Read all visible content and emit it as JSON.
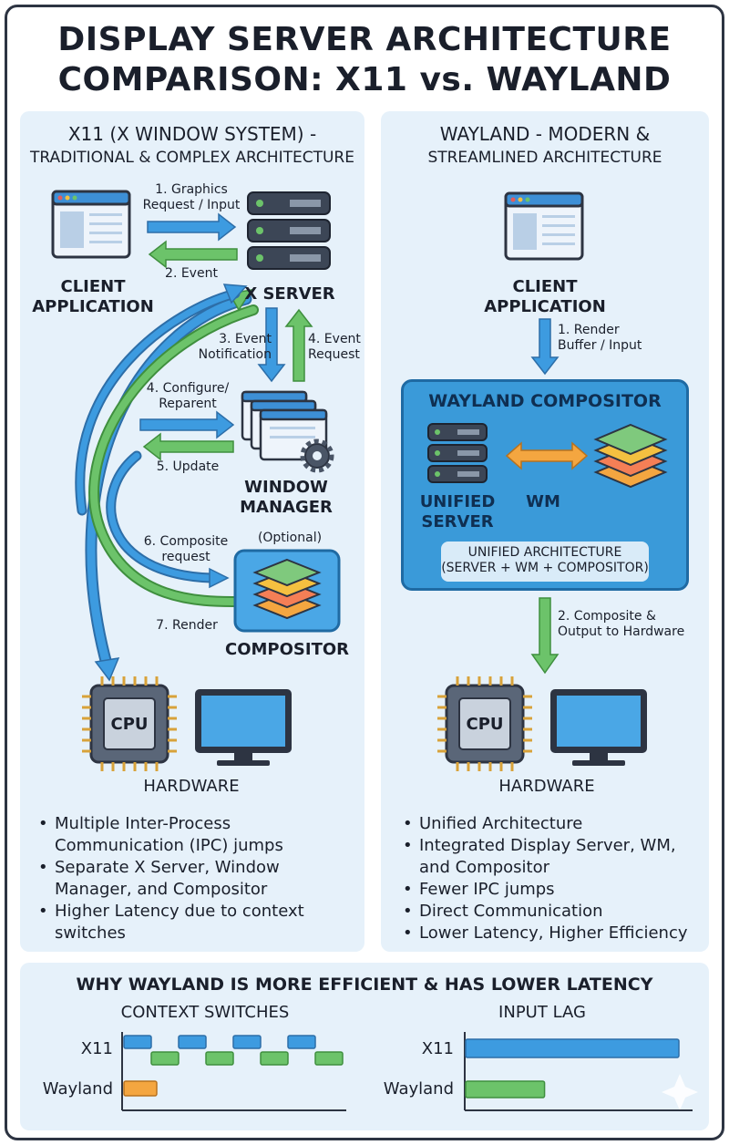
{
  "title_line1": "DISPLAY SERVER ARCHITECTURE",
  "title_line2": "COMPARISON: X11 vs. WAYLAND",
  "x11": {
    "heading_line1": "X11 (X WINDOW SYSTEM) -",
    "heading_line2": "TRADITIONAL & COMPLEX ARCHITECTURE",
    "client_line1": "CLIENT",
    "client_line2": "APPLICATION",
    "xserver": "X SERVER",
    "step1_line1": "1. Graphics",
    "step1_line2": "Request / Input",
    "step2": "2. Event",
    "step3_line1": "3. Event",
    "step3_line2": "Notification",
    "step4a_line1": "4. Event",
    "step4a_line2": "Request",
    "step4b_line1": "4. Configure/",
    "step4b_line2": "Reparent",
    "step5": "5. Update",
    "wm_line1": "WINDOW",
    "wm_line2": "MANAGER",
    "optional": "(Optional)",
    "step6_line1": "6. Composite",
    "step6_line2": "request",
    "step7": "7. Render",
    "compositor": "COMPOSITOR",
    "cpu": "CPU",
    "hardware": "HARDWARE",
    "bullets": [
      "Multiple Inter-Process Communication (IPC) jumps",
      "Separate X Server, Window Manager, and Compositor",
      "Higher Latency due to context switches"
    ]
  },
  "wayland": {
    "heading_line1": "WAYLAND - MODERN &",
    "heading_line2": "STREAMLINED ARCHITECTURE",
    "client_line1": "CLIENT",
    "client_line2": "APPLICATION",
    "step1_line1": "1. Render",
    "step1_line2": "Buffer / Input",
    "compositor_title": "WAYLAND COMPOSITOR",
    "unified_line1": "UNIFIED",
    "unified_line2": "SERVER",
    "wm": "WM",
    "unified_arch_line1": "UNIFIED ARCHITECTURE",
    "unified_arch_line2": "(SERVER + WM + COMPOSITOR)",
    "step2_line1": "2. Composite &",
    "step2_line2": "Output to Hardware",
    "cpu": "CPU",
    "hardware": "HARDWARE",
    "bullets": [
      "Unified Architecture",
      "Integrated Display Server, WM, and Compositor",
      "Fewer IPC jumps",
      "Direct Communication",
      "Lower Latency, Higher Efficiency"
    ]
  },
  "efficiency": {
    "heading": "WHY WAYLAND IS MORE EFFICIENT & HAS LOWER LATENCY",
    "context_title": "CONTEXT SWITCHES",
    "input_lag_title": "INPUT LAG",
    "label_x11": "X11",
    "label_wayland": "Wayland"
  },
  "chart_data": [
    {
      "type": "bar",
      "title": "CONTEXT SWITCHES",
      "categories": [
        "X11",
        "Wayland"
      ],
      "series": [
        {
          "values": [
            8,
            1
          ]
        }
      ],
      "note": "X11 shows many alternating switch segments, Wayland a single one"
    },
    {
      "type": "bar",
      "title": "INPUT LAG",
      "categories": [
        "X11",
        "Wayland"
      ],
      "series": [
        {
          "values": [
            1.0,
            0.37
          ]
        }
      ]
    }
  ],
  "colors": {
    "blue_arrow": "#3d9be0",
    "green_arrow": "#6cc36a",
    "orange_arrow": "#f4a640",
    "panel_bg": "#e6f1fa",
    "compositor_blue": "#3a9ad9",
    "dark": "#2d3442"
  },
  "icons": [
    "window-icon",
    "server-rack-icon",
    "gear-icon",
    "layers-icon",
    "cpu-chip-icon",
    "monitor-icon"
  ]
}
